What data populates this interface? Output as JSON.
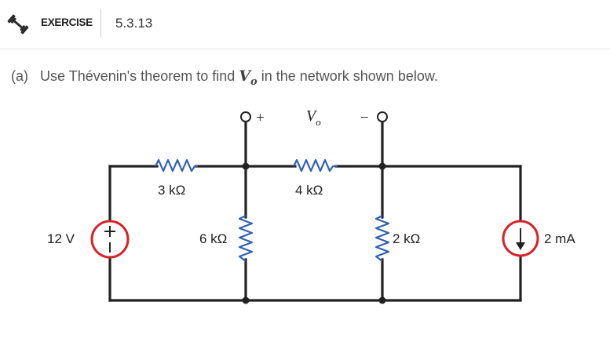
{
  "header": {
    "label": "EXERCISE",
    "number": "5.3.13",
    "icon": "dumbbell-icon"
  },
  "question": {
    "part": "(a)",
    "text_before": "Use Thévenin's theorem to find",
    "variable": "V",
    "variable_subscript": "o",
    "text_after": "in the network shown below."
  },
  "circuit": {
    "source_voltage": "12 V",
    "r1": "3 kΩ",
    "r2": "6 kΩ",
    "r3": "4 kΩ",
    "r4": "2 kΩ",
    "current_source": "2 mA",
    "output_plus": "+",
    "output_minus": "−",
    "output_label_main": "V",
    "output_label_sub": "o",
    "colors": {
      "wire": "#222222",
      "resistor": "#2f5fb3",
      "source_ring": "#d8232a"
    }
  }
}
